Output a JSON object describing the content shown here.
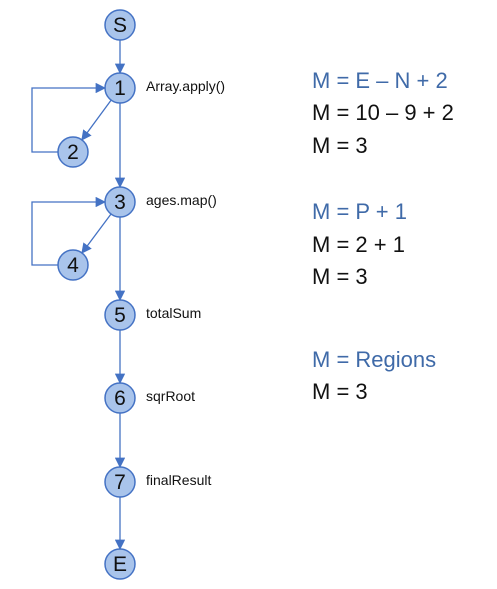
{
  "graph": {
    "nodes": [
      {
        "id": "S",
        "label": "S",
        "description": ""
      },
      {
        "id": "1",
        "label": "1",
        "description": "Array.apply()"
      },
      {
        "id": "2",
        "label": "2",
        "description": ""
      },
      {
        "id": "3",
        "label": "3",
        "description": "ages.map()"
      },
      {
        "id": "4",
        "label": "4",
        "description": ""
      },
      {
        "id": "5",
        "label": "5",
        "description": "totalSum"
      },
      {
        "id": "6",
        "label": "6",
        "description": "sqrRoot"
      },
      {
        "id": "7",
        "label": "7",
        "description": "finalResult"
      },
      {
        "id": "E",
        "label": "E",
        "description": ""
      }
    ],
    "edges": [
      {
        "from": "S",
        "to": "1"
      },
      {
        "from": "1",
        "to": "2"
      },
      {
        "from": "2",
        "to": "1"
      },
      {
        "from": "1",
        "to": "3"
      },
      {
        "from": "3",
        "to": "4"
      },
      {
        "from": "4",
        "to": "3"
      },
      {
        "from": "3",
        "to": "5"
      },
      {
        "from": "5",
        "to": "6"
      },
      {
        "from": "6",
        "to": "7"
      },
      {
        "from": "7",
        "to": "E"
      }
    ],
    "colors": {
      "node_fill": "#a9c4eb",
      "node_stroke": "#4472c4",
      "edge": "#4472c4",
      "formula_heading": "#3f6aa8",
      "formula_text": "#111111"
    }
  },
  "formulas": {
    "edges_nodes": {
      "heading": "M = E – N + 2",
      "line1": "M = 10 – 9 + 2",
      "line2": "M = 3"
    },
    "predicates": {
      "heading": "M = P + 1",
      "line1": "M = 2 + 1",
      "line2": "M = 3"
    },
    "regions": {
      "heading": "M = Regions",
      "line1": "M = 3"
    }
  }
}
